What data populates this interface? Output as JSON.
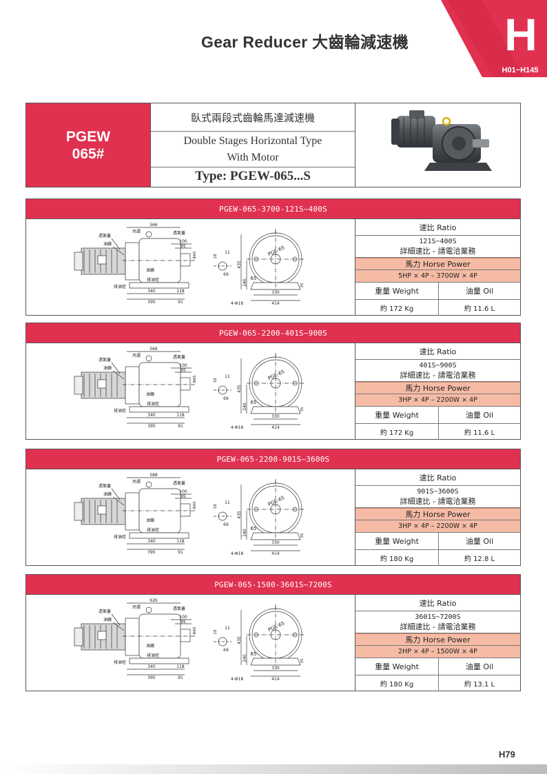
{
  "header": {
    "title": "Gear Reducer 大齒輪減速機",
    "section_letter": "H",
    "page_range": "H01~H145"
  },
  "info": {
    "model_line1": "PGEW",
    "model_line2": "065#",
    "name_cn": "臥式兩段式齒輪馬達減速機",
    "name_en_line1": "Double Stages Horizontal Type",
    "name_en_line2": "With Motor",
    "type": "Type: PGEW-065...S"
  },
  "labels": {
    "ratio": "速比 Ratio",
    "ratio_detail": "詳細速比 - 請電洽業務",
    "horse_power": "馬力 Horse Power",
    "weight": "重量 Weight",
    "oil": "油量 Oil",
    "vent_cap": "透氣蓋",
    "oil_gauge": "油鏡",
    "lift_ring": "吊環",
    "drain_plug": "排油栓",
    "badge": "PGE-65"
  },
  "dims": {
    "total_width_1": "566",
    "total_width_2": "566",
    "total_width_3": "588",
    "total_width_4": "626",
    "d100": "100",
    "d95": "95",
    "d65": "Φ65",
    "d18": "18",
    "d69": "69",
    "d11": "11",
    "d435": "435",
    "d240": "240",
    "d65b": "65",
    "d35": "35",
    "d340": "340",
    "d118": "118",
    "d395": "395",
    "d91": "91",
    "d330": "330",
    "d414": "414",
    "holes": "4-Φ18"
  },
  "sections": [
    {
      "title": "PGEW-065-3700-121S~400S",
      "ratio": "121S~400S",
      "power": "5HP × 4P – 3700W × 4P",
      "weight": "約 172 Kg",
      "oil": "約 11.6 L"
    },
    {
      "title": "PGEW-065-2200-401S~900S",
      "ratio": "401S~900S",
      "power": "3HP × 4P – 2200W × 4P",
      "weight": "約 172 Kg",
      "oil": "約 11.6 L"
    },
    {
      "title": "PGEW-065-2200-901S~3600S",
      "ratio": "901S~3600S",
      "power": "3HP × 4P – 2200W × 4P",
      "weight": "約 180 Kg",
      "oil": "約 12.8 L"
    },
    {
      "title": "PGEW-065-1500-3601S~7200S",
      "ratio": "3601S~7200S",
      "power": "2HP × 4P – 1500W × 4P",
      "weight": "約 180 Kg",
      "oil": "約 13.1 L"
    }
  ],
  "footer": {
    "page_number": "H79"
  },
  "colors": {
    "accent": "#e13150",
    "highlight": "#f6bba5",
    "header_gray": "#c9c9c9"
  }
}
